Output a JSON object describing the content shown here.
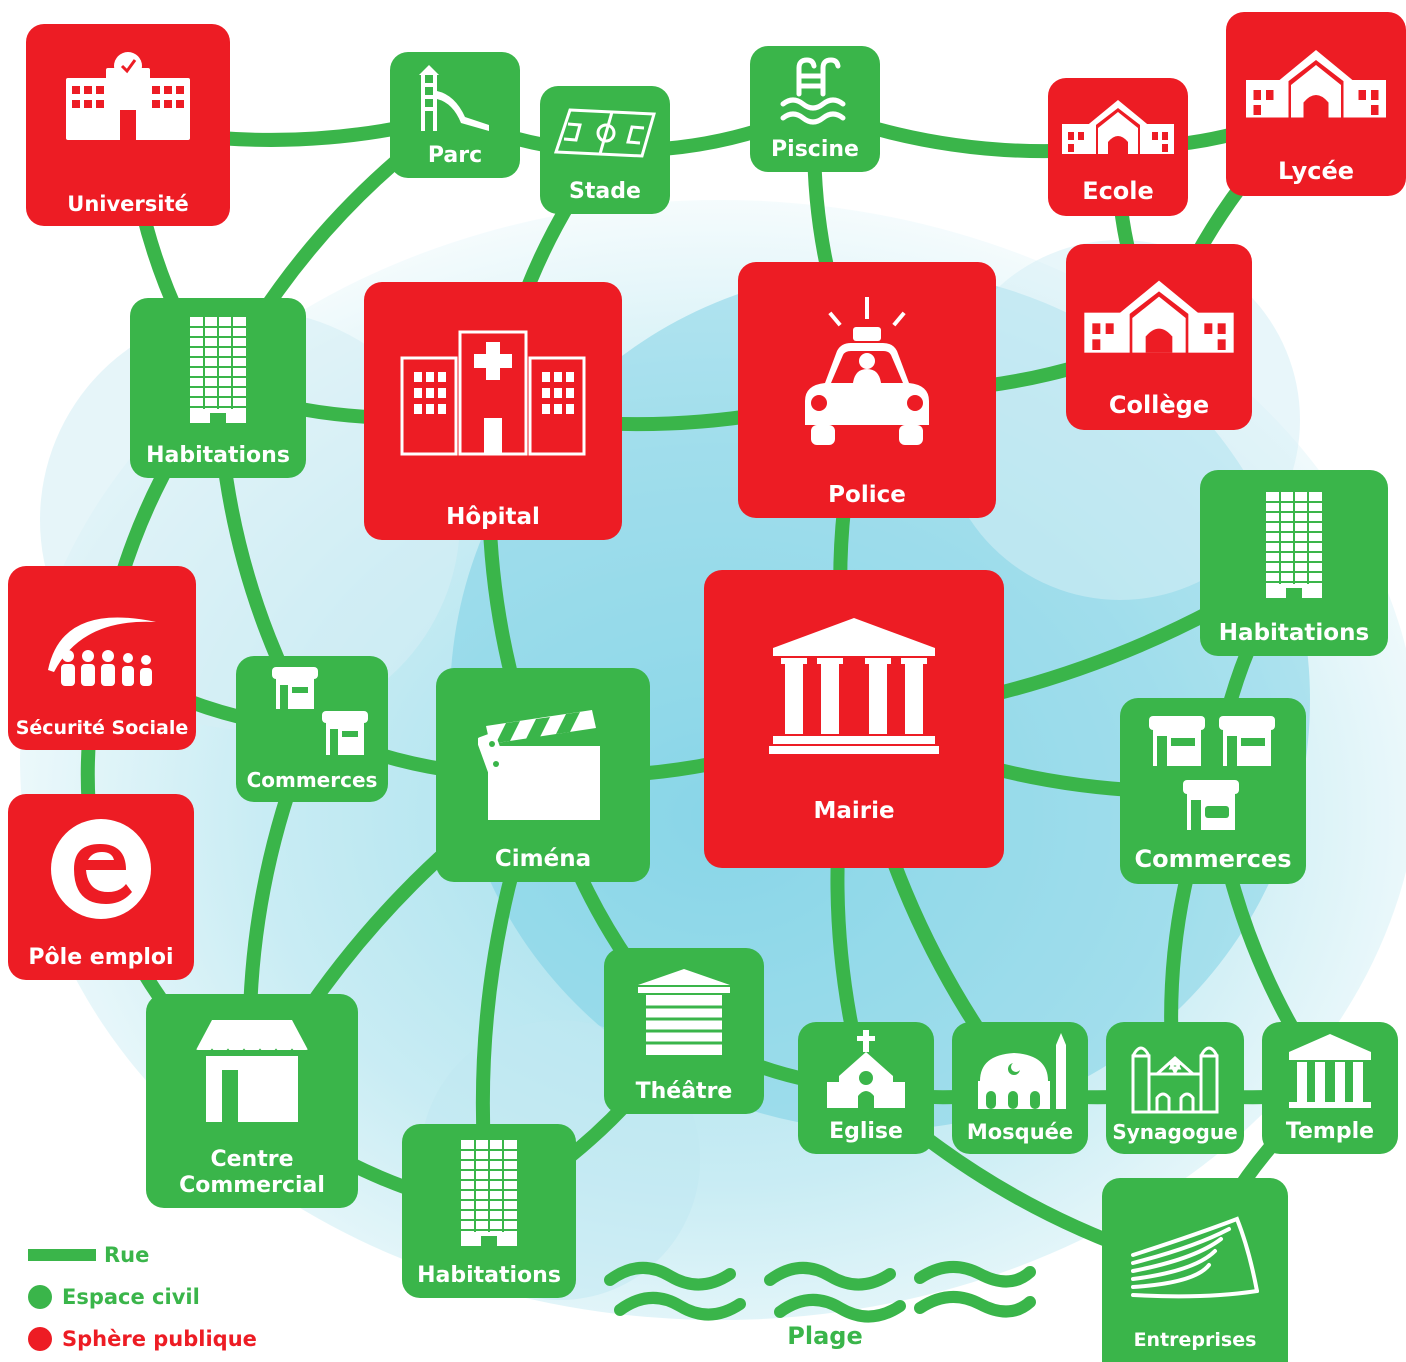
{
  "colors": {
    "civil": "#3ab54a",
    "public": "#ed1c24"
  },
  "nodes": {
    "universite": {
      "label": "Université",
      "type": "public",
      "icon": "university-icon"
    },
    "parc": {
      "label": "Parc",
      "type": "civil",
      "icon": "playground-slide-icon"
    },
    "stade": {
      "label": "Stade",
      "type": "civil",
      "icon": "stadium-field-icon"
    },
    "piscine": {
      "label": "Piscine",
      "type": "civil",
      "icon": "swimming-pool-icon"
    },
    "ecole": {
      "label": "Ecole",
      "type": "public",
      "icon": "school-icon"
    },
    "lycee": {
      "label": "Lycée",
      "type": "public",
      "icon": "school-icon"
    },
    "college": {
      "label": "Collège",
      "type": "public",
      "icon": "school-icon"
    },
    "habitations_1": {
      "label": "Habitations",
      "type": "civil",
      "icon": "apartment-building-icon"
    },
    "hopital": {
      "label": "Hôpital",
      "type": "public",
      "icon": "hospital-icon"
    },
    "police": {
      "label": "Police",
      "type": "public",
      "icon": "police-car-icon"
    },
    "habitations_2": {
      "label": "Habitations",
      "type": "civil",
      "icon": "apartment-building-icon"
    },
    "securite_sociale": {
      "label": "Sécurité Sociale",
      "type": "public",
      "icon": "people-group-icon"
    },
    "commerces_1": {
      "label": "Commerces",
      "type": "civil",
      "icon": "shop-icon"
    },
    "cinema": {
      "label": "Ciména",
      "type": "civil",
      "icon": "clapperboard-icon"
    },
    "mairie": {
      "label": "Mairie",
      "type": "public",
      "icon": "town-hall-columns-icon"
    },
    "commerces_2": {
      "label": "Commerces",
      "type": "civil",
      "icon": "shop-icon"
    },
    "pole_emploi": {
      "label": "Pôle emploi",
      "type": "public",
      "icon": "pole-emploi-logo-icon"
    },
    "theatre": {
      "label": "Théâtre",
      "type": "civil",
      "icon": "theatre-icon"
    },
    "centre_commercial": {
      "label": "Centre\nCommercial",
      "type": "civil",
      "icon": "shop-icon"
    },
    "eglise": {
      "label": "Eglise",
      "type": "civil",
      "icon": "church-icon"
    },
    "mosquee": {
      "label": "Mosquée",
      "type": "civil",
      "icon": "mosque-icon"
    },
    "synagogue": {
      "label": "Synagogue",
      "type": "civil",
      "icon": "synagogue-icon"
    },
    "temple": {
      "label": "Temple",
      "type": "civil",
      "icon": "temple-icon"
    },
    "habitations_3": {
      "label": "Habitations",
      "type": "civil",
      "icon": "apartment-building-icon"
    },
    "entreprises": {
      "label": "Entreprises",
      "type": "civil",
      "icon": "business-book-icon"
    }
  },
  "plage": {
    "label": "Plage",
    "icon": "waves-icon"
  },
  "legend": {
    "rue": "Rue",
    "espace_civil": "Espace civil",
    "sphere_publique": "Sphère publique"
  },
  "edges": [
    [
      "universite",
      "parc"
    ],
    [
      "universite",
      "habitations_1"
    ],
    [
      "parc",
      "stade"
    ],
    [
      "parc",
      "habitations_1"
    ],
    [
      "stade",
      "piscine"
    ],
    [
      "stade",
      "hopital"
    ],
    [
      "piscine",
      "ecole"
    ],
    [
      "piscine",
      "police"
    ],
    [
      "ecole",
      "lycee"
    ],
    [
      "ecole",
      "college"
    ],
    [
      "lycee",
      "college"
    ],
    [
      "police",
      "college"
    ],
    [
      "habitations_1",
      "hopital"
    ],
    [
      "hopital",
      "police"
    ],
    [
      "hopital",
      "cinema"
    ],
    [
      "police",
      "mairie"
    ],
    [
      "habitations_1",
      "securite_sociale"
    ],
    [
      "habitations_1",
      "commerces_1"
    ],
    [
      "securite_sociale",
      "commerces_1"
    ],
    [
      "securite_sociale",
      "pole_emploi"
    ],
    [
      "commerces_1",
      "cinema"
    ],
    [
      "commerces_1",
      "centre_commercial"
    ],
    [
      "cinema",
      "mairie"
    ],
    [
      "cinema",
      "centre_commercial"
    ],
    [
      "cinema",
      "habitations_3"
    ],
    [
      "cinema",
      "theatre"
    ],
    [
      "mairie",
      "habitations_2"
    ],
    [
      "mairie",
      "commerces_2"
    ],
    [
      "mairie",
      "eglise"
    ],
    [
      "mairie",
      "mosquee"
    ],
    [
      "habitations_2",
      "commerces_2"
    ],
    [
      "commerces_2",
      "synagogue"
    ],
    [
      "commerces_2",
      "temple"
    ],
    [
      "pole_emploi",
      "centre_commercial"
    ],
    [
      "centre_commercial",
      "habitations_3"
    ],
    [
      "habitations_3",
      "theatre"
    ],
    [
      "theatre",
      "eglise"
    ],
    [
      "eglise",
      "mosquee"
    ],
    [
      "mosquee",
      "synagogue"
    ],
    [
      "synagogue",
      "temple"
    ],
    [
      "eglise",
      "entreprises"
    ],
    [
      "temple",
      "entreprises"
    ]
  ]
}
